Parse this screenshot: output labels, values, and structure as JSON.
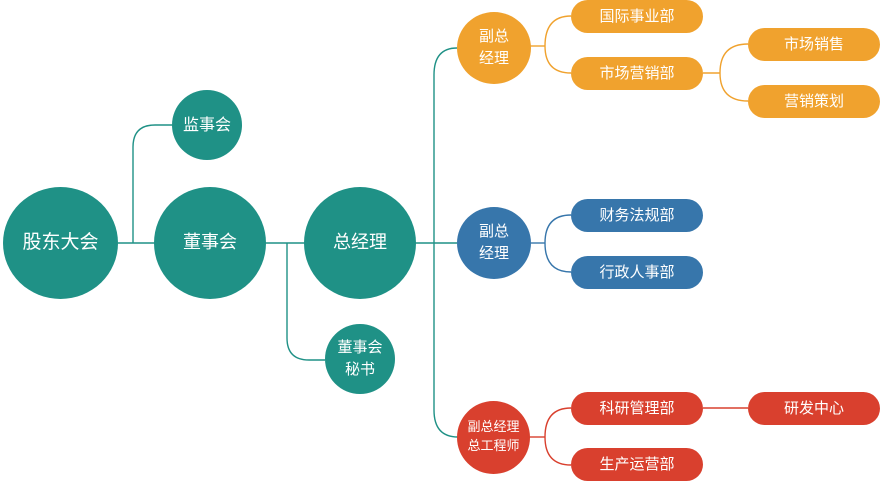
{
  "colors": {
    "teal": "#1f9186",
    "orange": "#f0a22e",
    "blue": "#3776ab",
    "red": "#d9402e"
  },
  "nodes": {
    "shareholders": "股东大会",
    "supervisors": "监事会",
    "board": "董事会",
    "board_secretary": [
      "董事会",
      "秘书"
    ],
    "general_manager": "总经理",
    "vp_marketing": [
      "副总",
      "经理"
    ],
    "vp_finance": [
      "副总",
      "经理"
    ],
    "vp_engineering": [
      "副总经理",
      "总工程师"
    ],
    "international_dept": "国际事业部",
    "marketing_dept": "市场营销部",
    "market_sales": "市场销售",
    "marketing_planning": "营销策划",
    "finance_legal_dept": "财务法规部",
    "admin_hr_dept": "行政人事部",
    "rd_management_dept": "科研管理部",
    "rd_center": "研发中心",
    "production_ops_dept": "生产运营部"
  }
}
